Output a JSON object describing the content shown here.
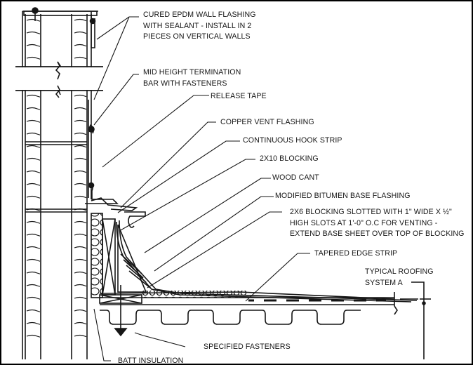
{
  "diagram": {
    "type": "architectural-section-detail",
    "subject": "Parapet wall base flashing at roof edge with vented blocking",
    "callouts": [
      {
        "id": "epdm",
        "lines": [
          "CURED EPDM WALL FLASHING",
          "WITH SEALANT - INSTALL IN 2",
          "PIECES ON VERTICAL WALLS"
        ]
      },
      {
        "id": "term-bar",
        "lines": [
          "MID HEIGHT TERMINATION",
          "BAR WITH FASTENERS"
        ]
      },
      {
        "id": "release-tape",
        "lines": [
          "RELEASE TAPE"
        ]
      },
      {
        "id": "copper-vent",
        "lines": [
          "COPPER VENT FLASHING"
        ]
      },
      {
        "id": "hook-strip",
        "lines": [
          "CONTINUOUS HOOK STRIP"
        ]
      },
      {
        "id": "blocking-2x10",
        "lines": [
          "2X10 BLOCKING"
        ]
      },
      {
        "id": "wood-cant",
        "lines": [
          "WOOD CANT"
        ]
      },
      {
        "id": "mod-bit",
        "lines": [
          "MODIFIED BITUMEN BASE FLASHING"
        ]
      },
      {
        "id": "blocking-2x6",
        "lines": [
          "2X6 BLOCKING SLOTTED WITH 1\" WIDE X ½\"",
          "HIGH SLOTS AT 1'-0\" O.C  FOR VENTING -",
          "EXTEND BASE SHEET OVER TOP OF BLOCKING"
        ]
      },
      {
        "id": "tapered-edge",
        "lines": [
          "TAPERED EDGE STRIP"
        ]
      },
      {
        "id": "roofing-system",
        "lines": [
          "TYPICAL ROOFING",
          "SYSTEM A"
        ]
      },
      {
        "id": "fasteners",
        "lines": [
          "SPECIFIED FASTENERS"
        ]
      },
      {
        "id": "batt",
        "lines": [
          "BATT INSULATION"
        ]
      }
    ],
    "colors": {
      "ink": "#161616",
      "paper": "#ffffff",
      "frame": "#000000"
    }
  }
}
